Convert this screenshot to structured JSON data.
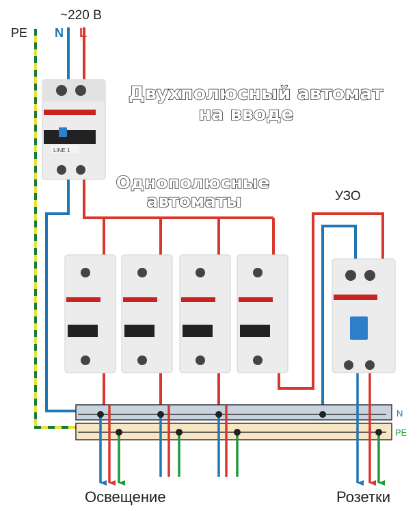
{
  "labels": {
    "voltage": "~220 В",
    "pe_top": "PE",
    "n_top": "N",
    "l_top": "L",
    "title_line1": "Двухполюсный автомат",
    "title_line2": "на вводе",
    "single_line1": "Однополюсные",
    "single_line2": "автоматы",
    "rcd": "УЗО",
    "bus_n": "N",
    "bus_pe": "PE",
    "lighting": "Освещение",
    "sockets": "Розетки",
    "main_breaker_tag": "LINE 1"
  },
  "colors": {
    "neutral": "#1f77b4",
    "phase": "#d9372b",
    "earth": "#1e9a3c",
    "pe_yellow": "#e8e23a",
    "bus_n_fill": "#c9d3e0",
    "bus_pe_fill": "#f6e6c4",
    "breaker_body": "#ececec",
    "abb_red": "#c8231f",
    "rcd_toggle": "#2d7fc9"
  }
}
